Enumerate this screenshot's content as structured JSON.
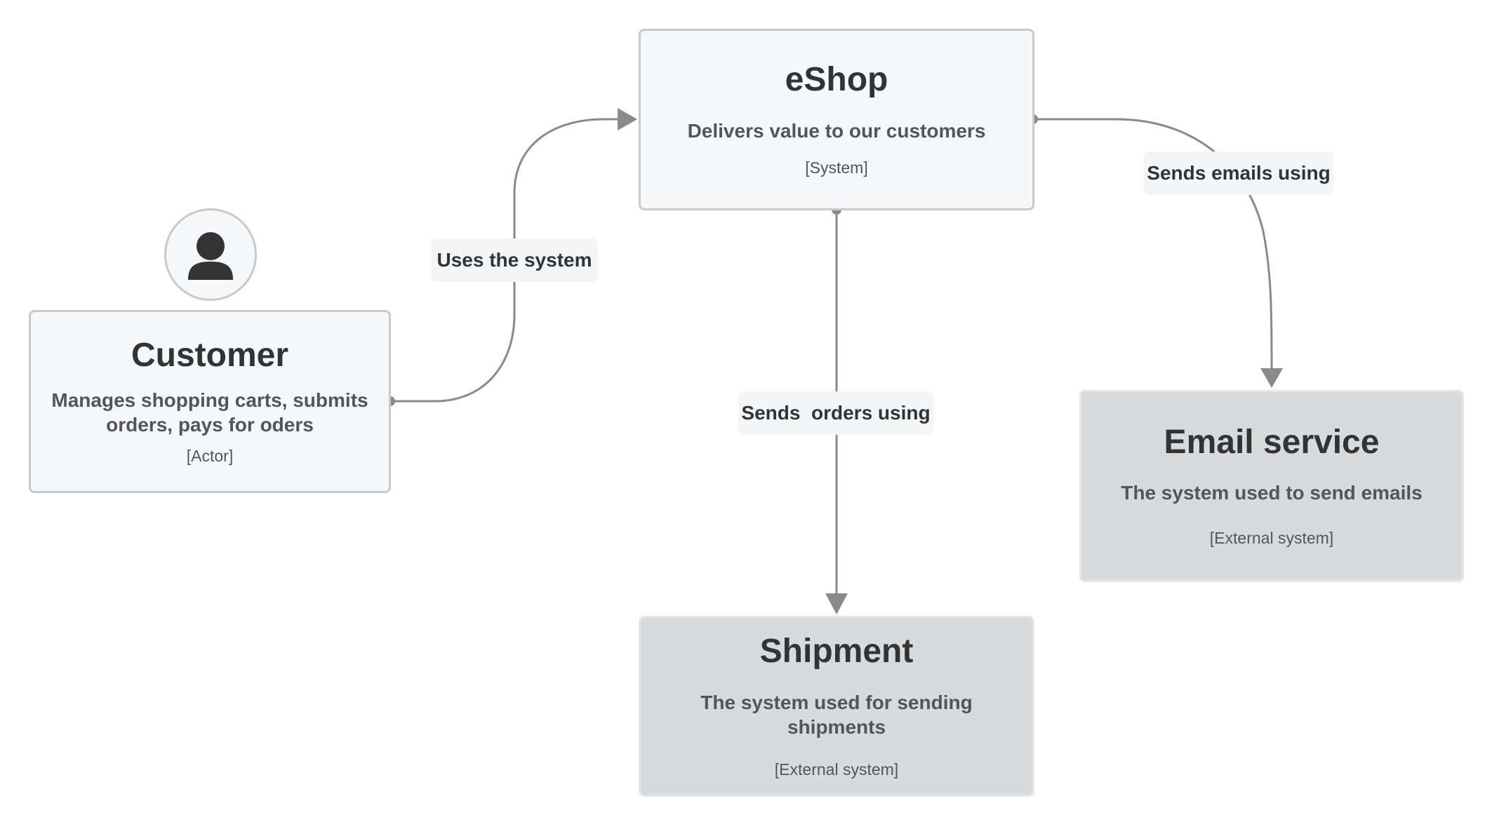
{
  "diagram": {
    "nodes": {
      "eshop": {
        "title": "eShop",
        "description": "Delivers value to our customers",
        "type": "[System]"
      },
      "customer": {
        "title": "Customer",
        "description_line1": "Manages shopping carts, submits",
        "description_line2": "orders, pays for oders",
        "type": "[Actor]"
      },
      "email_service": {
        "title": "Email service",
        "description": "The system used to send emails",
        "type": "[External system]"
      },
      "shipment": {
        "title": "Shipment",
        "description": "The system used for sending shipments",
        "type": "[External system]"
      }
    },
    "edges": {
      "customer_to_eshop": "Uses the system",
      "eshop_to_email": "Sends emails using",
      "eshop_to_shipment": "Sends  orders using"
    },
    "icons": {
      "actor": "person-icon"
    },
    "colors": {
      "system_fill": "#f6f7f9",
      "external_fill": "#d9dadc",
      "edge": "#8a8a8a",
      "text": "#333333"
    }
  }
}
